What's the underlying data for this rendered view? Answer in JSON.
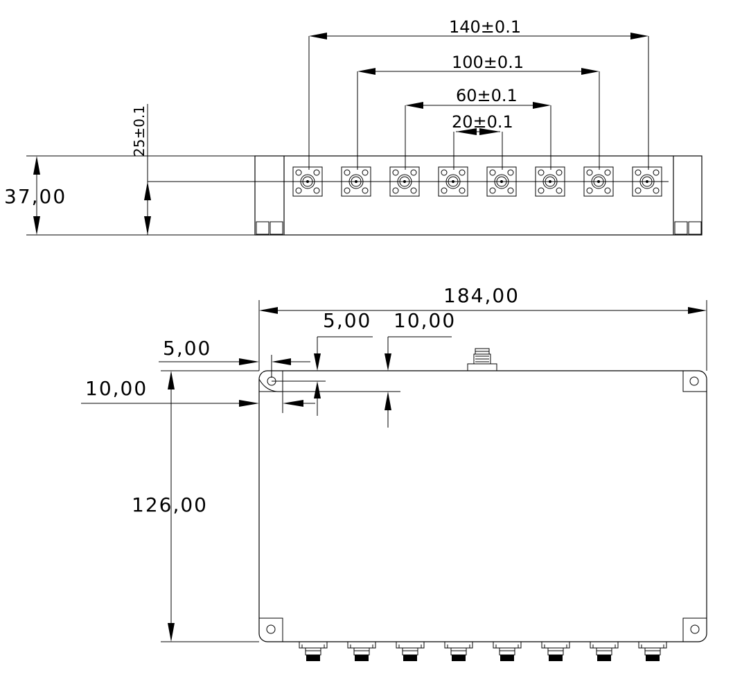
{
  "top_view": {
    "height_label": "37,00",
    "port_offset_label": "25±0.1",
    "spacing_labels": {
      "outer": "140±0.1",
      "second": "100±0.1",
      "third": "60±0.1",
      "inner": "20±0.1"
    },
    "port_count": 8
  },
  "bottom_view": {
    "width_label": "184,00",
    "height_label": "126,00",
    "hole_x_label": "5,00",
    "hole_y_label": "10,00",
    "hole_dim_top_left": "5,00",
    "hole_dim_top_right": "10,00",
    "connector_count": 8
  }
}
